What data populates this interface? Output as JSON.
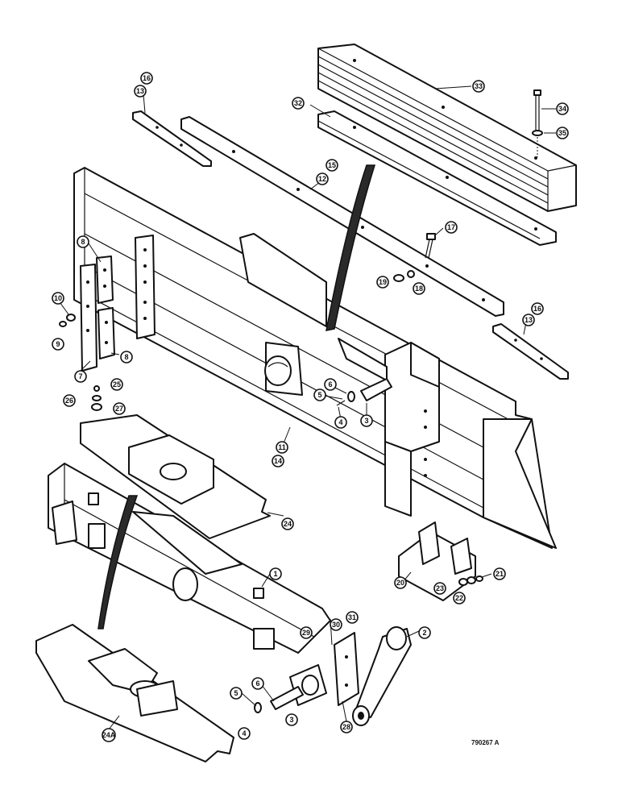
{
  "figure": {
    "drawing_number": "790267 A",
    "callouts": [
      "1",
      "2",
      "3",
      "3",
      "4",
      "4",
      "5",
      "5",
      "6",
      "6",
      "7",
      "8",
      "8",
      "9",
      "10",
      "11",
      "14",
      "12",
      "15",
      "13",
      "16",
      "13",
      "16",
      "17",
      "18",
      "19",
      "20",
      "21",
      "22",
      "23",
      "24",
      "24A",
      "25",
      "26",
      "27",
      "28",
      "29",
      "30",
      "31",
      "32",
      "33",
      "34",
      "35"
    ]
  }
}
